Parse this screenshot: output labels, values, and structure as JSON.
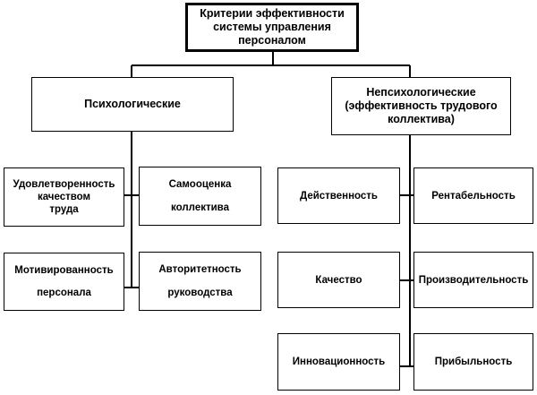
{
  "root": {
    "lines": [
      "Критерии эффективности",
      "системы управления",
      "персоналом"
    ]
  },
  "psychological": {
    "label": "Психологические",
    "items": [
      {
        "lines": [
          "Удовлетворенность",
          "качеством",
          "труда"
        ]
      },
      {
        "lines": [
          "Самооценка",
          "коллектива"
        ]
      },
      {
        "lines": [
          "Мотивированность",
          "персонала"
        ]
      },
      {
        "lines": [
          "Авторитетность",
          "руководства"
        ]
      }
    ]
  },
  "nonpsychological": {
    "lines": [
      "Непсихологические",
      "(эффективность трудового",
      "коллектива)"
    ],
    "items": [
      {
        "label": "Действенность"
      },
      {
        "label": "Рентабельность"
      },
      {
        "label": "Качество"
      },
      {
        "label": "Производительность"
      },
      {
        "label": "Инновационность"
      },
      {
        "label": "Прибыльность"
      }
    ]
  }
}
